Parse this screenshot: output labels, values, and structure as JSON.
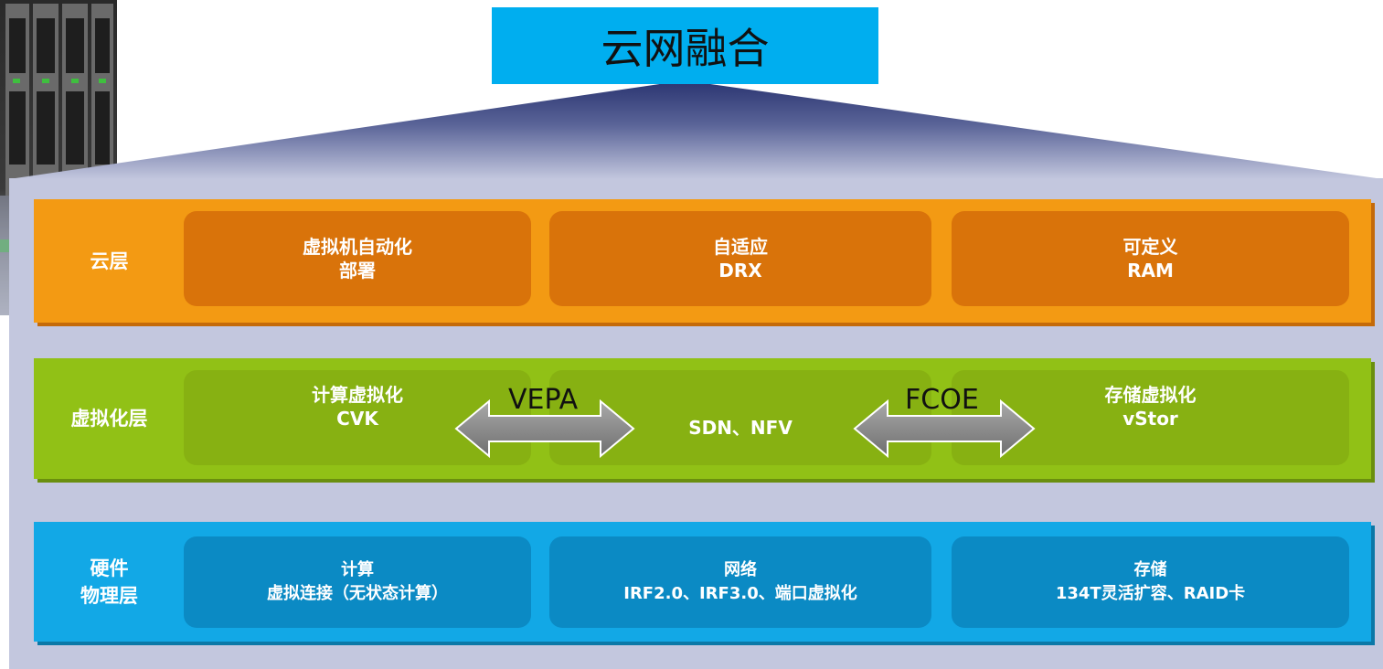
{
  "title": "云网融合",
  "layers": {
    "cloud": {
      "label": "云层",
      "boxes": [
        {
          "line1": "虚拟机自动化",
          "line2": "部署"
        },
        {
          "line1": "自适应",
          "line2": "DRX"
        },
        {
          "line1": "可定义",
          "line2": "RAM"
        }
      ]
    },
    "virtualization": {
      "label": "虚拟化层",
      "boxes": [
        {
          "line1": "计算虚拟化",
          "line2": "CVK"
        },
        {
          "line1": "SDN、NFV"
        },
        {
          "line1": "存储虚拟化",
          "line2": "vStor"
        }
      ],
      "arrows": [
        {
          "label": "VEPA"
        },
        {
          "label": "FCOE"
        }
      ]
    },
    "hardware": {
      "label": "硬件\n物理层",
      "boxes": [
        {
          "line1": "计算",
          "line2": "虚拟连接（无状态计算）"
        },
        {
          "line1": "网络",
          "line2": "IRF2.0、IRF3.0、端口虚拟化"
        },
        {
          "line1": "存储",
          "line2": "134T灵活扩容、RAID卡"
        }
      ]
    }
  },
  "colors": {
    "cloud_layer": "#f39a13",
    "virtualization_layer": "#91c116",
    "hardware_layer": "#12a8e6",
    "title_box": "#00aeef",
    "panel": "#c3c7de"
  }
}
